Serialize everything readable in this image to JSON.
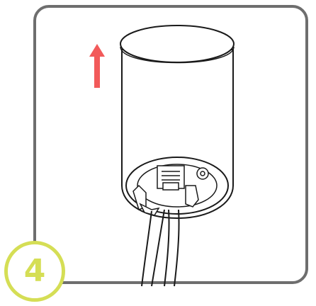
{
  "step": {
    "number": "4"
  },
  "colors": {
    "frame": "#6e6e6e",
    "badge_ring": "#d5de55",
    "badge_number": "#d5de55",
    "arrow": "#f25a5a",
    "line_art": "#1a1a1a"
  },
  "icons": {
    "direction": "arrow-up-icon",
    "device": "cylindrical-housing",
    "cable": "cable"
  }
}
